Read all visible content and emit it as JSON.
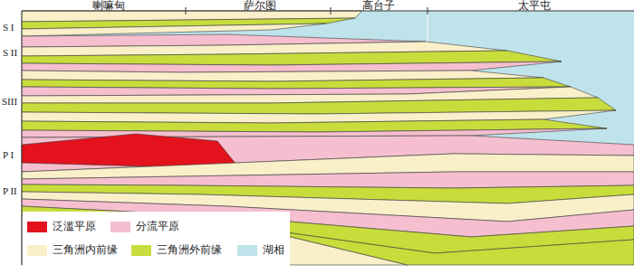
{
  "diagram": {
    "labels": [
      "喇嘛甸",
      "萨尔图",
      "高台子",
      "太平屯",
      "S I",
      "S II",
      "SIII",
      "P I",
      "P II"
    ],
    "legend": [
      {
        "text": "泛滥平原",
        "color": "#e3121c"
      },
      {
        "text": "分流平原",
        "color": "#f5bfcf"
      },
      {
        "text": "三角洲内前缘",
        "color": "#f9efc9"
      },
      {
        "text": "三角洲外前缘",
        "color": "#c8dd3c"
      },
      {
        "text": "湖相",
        "color": "#bfe3ea"
      }
    ]
  }
}
